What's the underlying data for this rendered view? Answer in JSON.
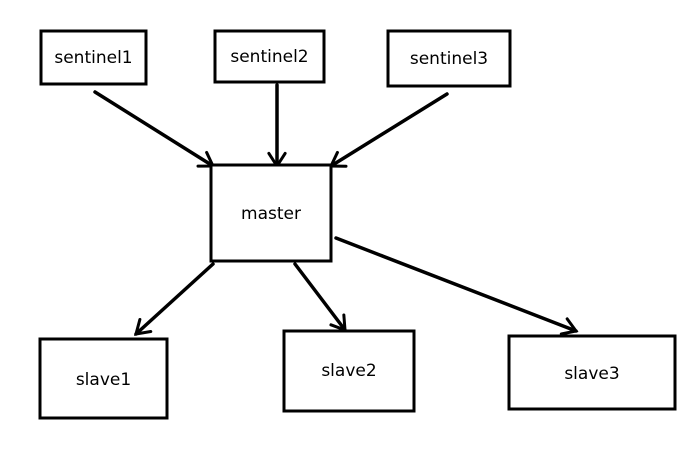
{
  "diagram": {
    "nodes": [
      {
        "id": "sentinel1",
        "label": "sentinel1"
      },
      {
        "id": "sentinel2",
        "label": "sentinel2"
      },
      {
        "id": "sentinel3",
        "label": "sentinel3"
      },
      {
        "id": "master",
        "label": "master"
      },
      {
        "id": "slave1",
        "label": "slave1"
      },
      {
        "id": "slave2",
        "label": "slave2"
      },
      {
        "id": "slave3",
        "label": "slave3"
      }
    ],
    "edges": [
      {
        "from": "sentinel1",
        "to": "master"
      },
      {
        "from": "sentinel2",
        "to": "master"
      },
      {
        "from": "sentinel3",
        "to": "master"
      },
      {
        "from": "master",
        "to": "slave1"
      },
      {
        "from": "master",
        "to": "slave2"
      },
      {
        "from": "master",
        "to": "slave3"
      }
    ]
  }
}
